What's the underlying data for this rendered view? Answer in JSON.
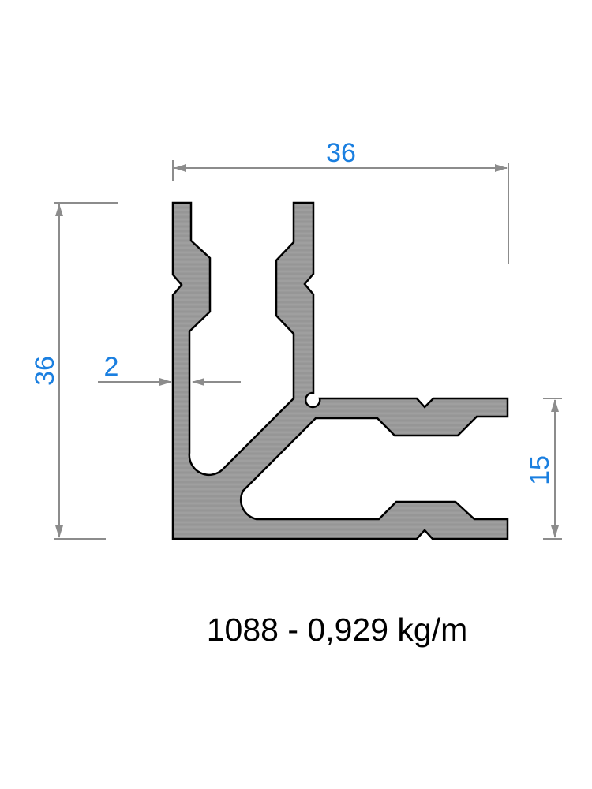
{
  "dimensions": {
    "width": "36",
    "height": "36",
    "wall_thickness": "2",
    "leg_height": "15"
  },
  "caption": "1088 - 0,929 kg/m",
  "colors": {
    "profile_fill": "#9a9a9a",
    "profile_outline": "#000000",
    "dimension_line": "#8c8c8c",
    "dimension_text": "#1a7fe0",
    "caption_text": "#000000"
  }
}
